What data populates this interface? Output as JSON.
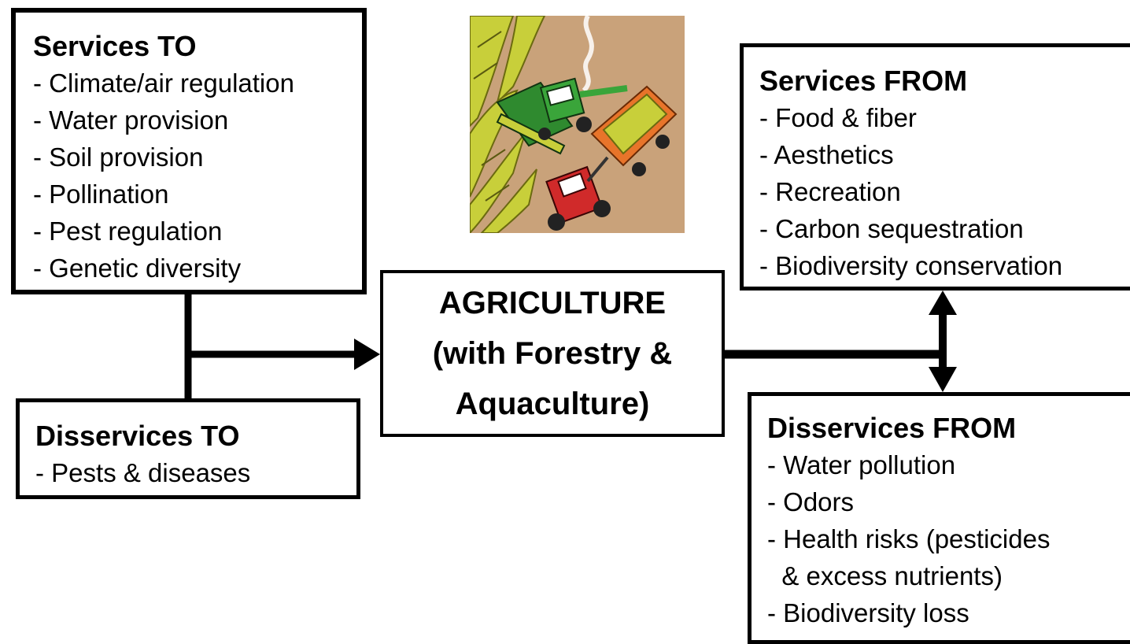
{
  "services_to": {
    "title": "Services TO",
    "items": [
      "- Climate/air regulation",
      "- Water provision",
      "- Soil provision",
      "- Pollination",
      "- Pest regulation",
      "- Genetic diversity"
    ]
  },
  "disservices_to": {
    "title": "Disservices TO",
    "items": [
      "- Pests & diseases"
    ]
  },
  "agriculture": {
    "title": "AGRICULTURE\n(with Forestry &\nAquaculture)"
  },
  "services_from": {
    "title": "Services FROM",
    "items": [
      "- Food & fiber",
      "- Aesthetics",
      "- Recreation",
      "- Carbon sequestration",
      "- Biodiversity conservation"
    ]
  },
  "disservices_from": {
    "title": "Disservices FROM",
    "items": [
      "- Water pollution",
      "- Odors",
      "- Health risks (pesticides",
      "  & excess nutrients)",
      "- Biodiversity loss"
    ]
  },
  "illustration": {
    "icon": "farm-harvest-icon",
    "colors": {
      "field": "#c8cf3a",
      "soil": "#c9a27a",
      "combine": "#3a9a3a",
      "tractor": "#d02a2a",
      "trailer": "#e8742a"
    }
  }
}
